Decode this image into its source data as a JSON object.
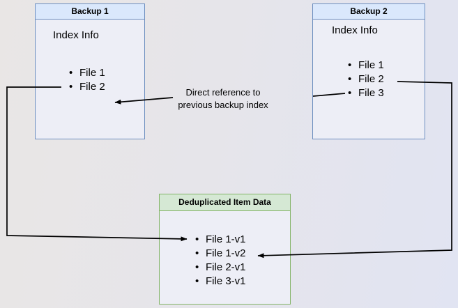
{
  "colors": {
    "blue_header_fill": "#dae8fc",
    "blue_border": "#6c8ebf",
    "green_header_fill": "#d5e8d4",
    "green_border": "#82b366",
    "box_body_fill": "#edeef6",
    "arrow": "#000000",
    "background_left": "#e9e6e5",
    "background_right": "#e1e4f2"
  },
  "backup1": {
    "title": "Backup 1",
    "heading": "Index Info",
    "items": [
      "File 1",
      "File 2"
    ]
  },
  "backup2": {
    "title": "Backup 2",
    "heading": "Index Info",
    "items": [
      "File 1",
      "File 2",
      "File 3"
    ]
  },
  "dedup": {
    "title": "Deduplicated Item Data",
    "items": [
      "File 1-v1",
      "File 1-v2",
      "File 2-v1",
      "File 3-v1"
    ]
  },
  "annotation": {
    "line1": "Direct reference to",
    "line2": "previous backup index"
  },
  "connections": [
    {
      "from": "backup2-file2",
      "to": "backup1-file2",
      "label": "Direct reference to previous backup index"
    },
    {
      "from": "backup1-file1",
      "to": "dedup-file1-v1",
      "label": ""
    },
    {
      "from": "backup2-file1",
      "to": "dedup-file1-v2",
      "label": ""
    }
  ]
}
